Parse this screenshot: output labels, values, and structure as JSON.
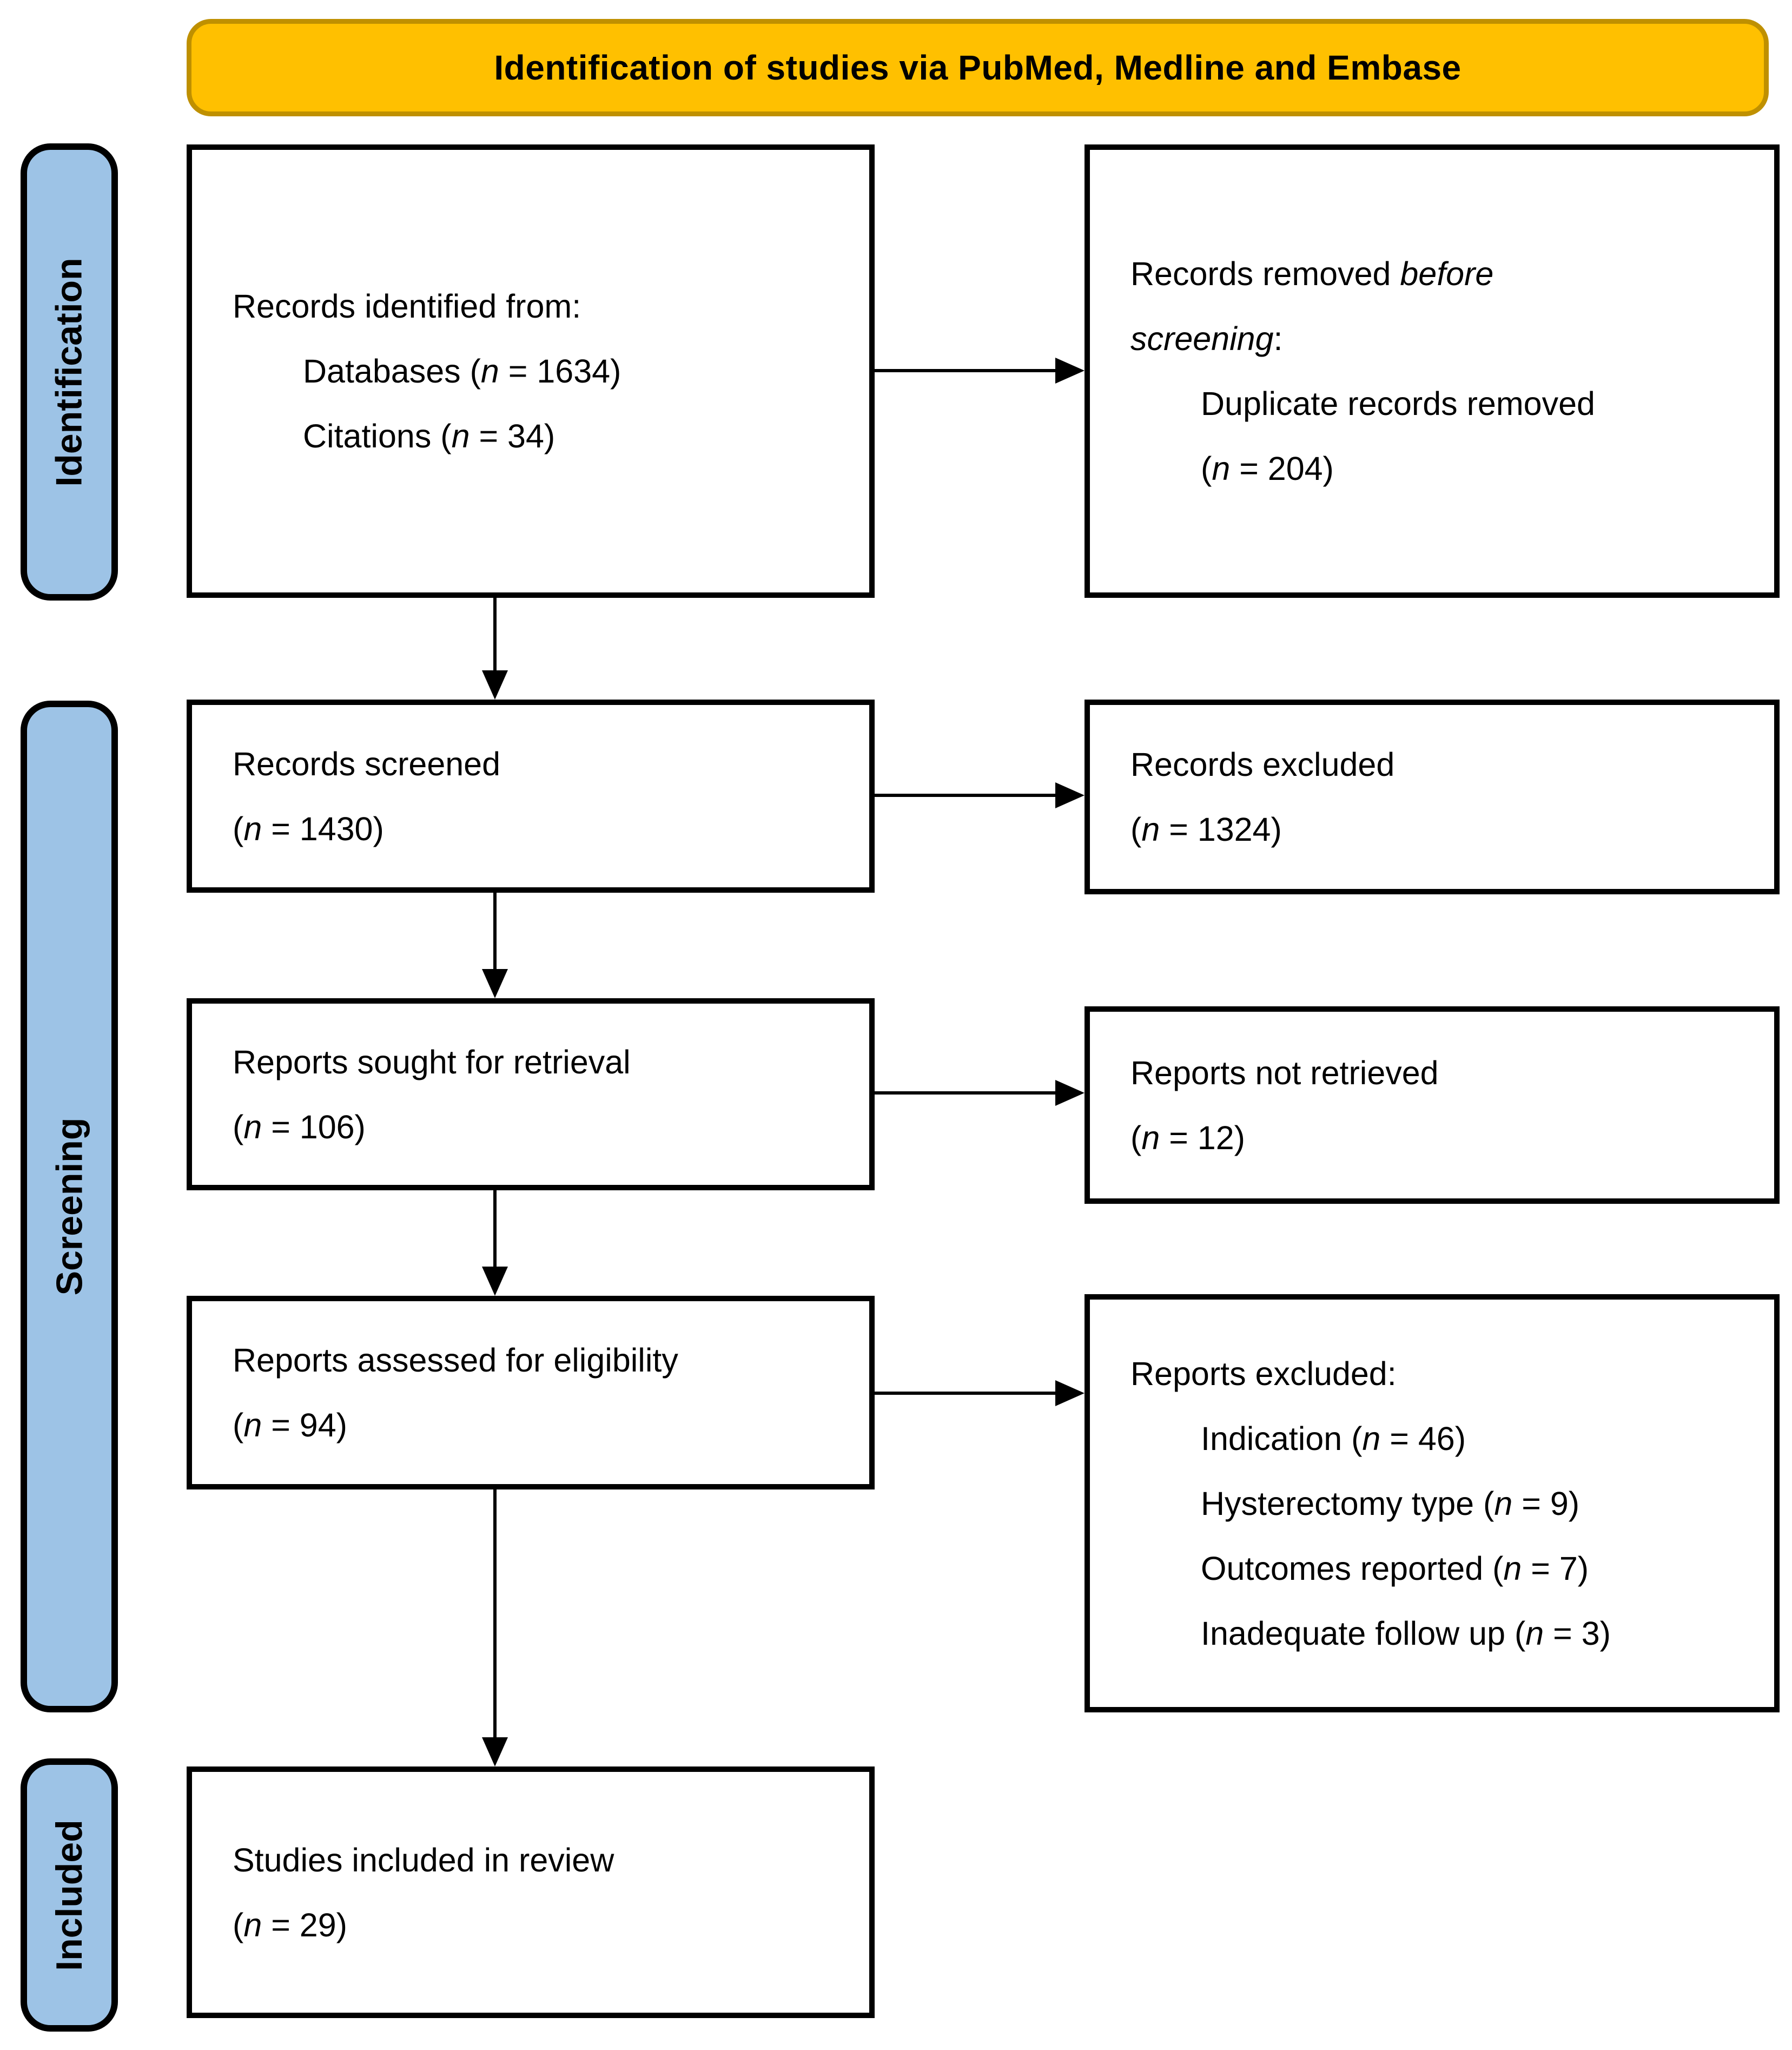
{
  "n_label": "n",
  "banner": {
    "title": "Identification of studies via PubMed, Medline and Embase"
  },
  "sidebar": {
    "identification": "Identification",
    "screening": "Screening",
    "included": "Included"
  },
  "boxes": {
    "records_identified": {
      "title": "Records identified from:",
      "databases_pre": "Databases (",
      "databases_post": " = 1634)",
      "citations_pre": "Citations (",
      "citations_post": " = 34)"
    },
    "records_removed": {
      "title1_pre": "Records removed ",
      "title1_italic": "before",
      "title2_italic": "screening",
      "title2_post": ":",
      "duplicate_line": "Duplicate records removed",
      "count_pre": "(",
      "count_post": " = 204)"
    },
    "records_screened": {
      "title": "Records screened",
      "count_pre": "(",
      "count_post": " = 1430)"
    },
    "records_excluded": {
      "title": "Records excluded",
      "count_pre": "(",
      "count_post": " = 1324)"
    },
    "reports_sought": {
      "title": "Reports sought for retrieval",
      "count_pre": "(",
      "count_post": " = 106)"
    },
    "reports_not_retrieved": {
      "title": "Reports not retrieved",
      "count_pre": "(",
      "count_post": " = 12)"
    },
    "reports_assessed": {
      "title": "Reports assessed for eligibility",
      "count_pre": "(",
      "count_post": " = 94)"
    },
    "reports_excluded": {
      "title": "Reports excluded:",
      "reasons": [
        {
          "pre": "Indication (",
          "post": " = 46)"
        },
        {
          "pre": "Hysterectomy type (",
          "post": " = 9)"
        },
        {
          "pre": "Outcomes reported (",
          "post": " = 7)"
        },
        {
          "pre": "Inadequate follow up (",
          "post": " = 3)"
        }
      ]
    },
    "studies_included": {
      "title": "Studies included in review",
      "count_pre": "(",
      "count_post": " = 29)"
    }
  },
  "colors": {
    "banner_fill": "#FFC000",
    "banner_border": "#BF9000",
    "sidebar_fill": "#9DC3E6",
    "box_fill": "#FFFFFF",
    "box_border": "#000000",
    "text": "#000000"
  }
}
